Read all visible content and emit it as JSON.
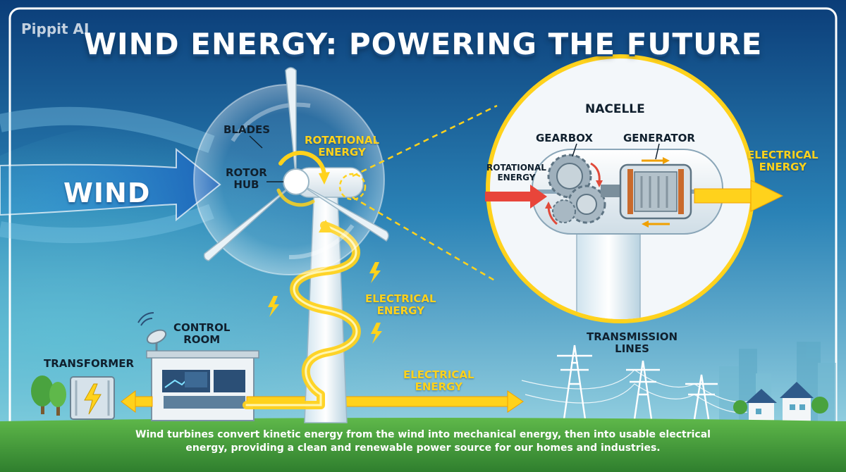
{
  "watermark": "Pippit AI",
  "title": "WIND ENERGY: POWERING THE FUTURE",
  "labels": {
    "wind": "WIND",
    "blades": "BLADES",
    "rotor_hub": "ROTOR\nHUB",
    "rotational_energy": "ROTATIONAL\nENERGY",
    "nacelle": "NACELLE",
    "gearbox": "GEARBOX",
    "generator": "GENERATOR",
    "nacelle_rotational_energy": "ROTATIONAL\nENERGY",
    "nacelle_electrical_energy": "ELECTRICAL\nENERGY",
    "tower_electrical_energy": "ELECTRICAL\nENERGY",
    "ground_electrical_energy": "ELECTRICAL\nENERGY",
    "control_room": "CONTROL\nROOM",
    "transformer": "TRANSFORMER",
    "transmission_lines": "TRANSMISSION\nLINES"
  },
  "caption": "Wind turbines convert kinetic energy from the wind into mechanical energy, then into usable electrical energy, providing a clean and renewable power source for our homes and industries.",
  "colors": {
    "sky_top": "#0b3d78",
    "sky_bottom": "#a8dfe8",
    "energy_yellow": "#ffd21c",
    "wind_blue": "#1f73c4",
    "grass": "#3f9a3a"
  }
}
